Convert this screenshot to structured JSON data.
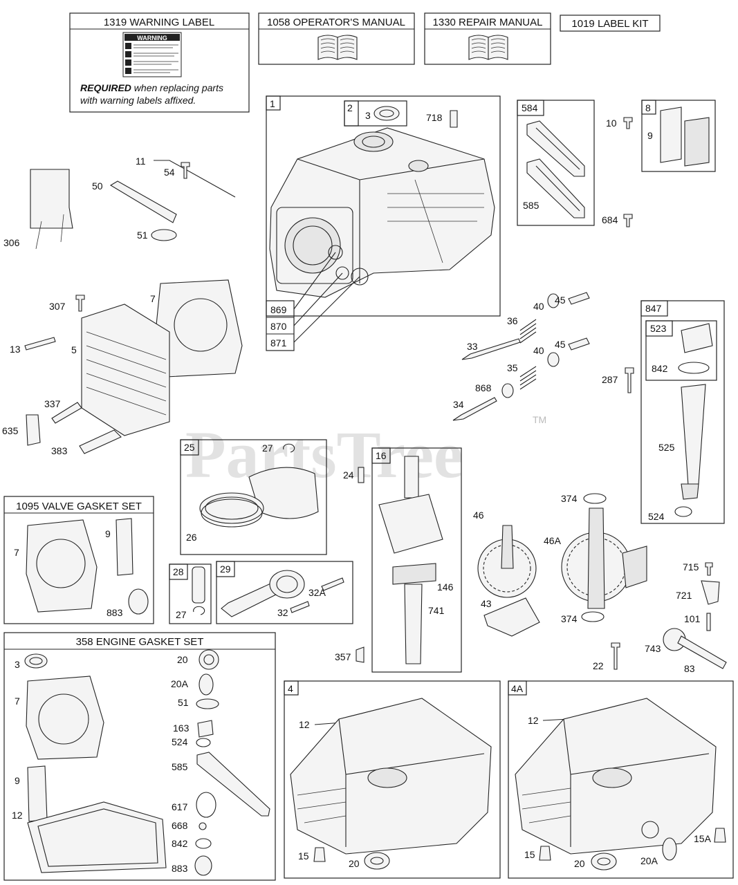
{
  "watermark": "PartsTree",
  "watermark_tm": "TM",
  "header_boxes": {
    "warning_label": "1319 WARNING LABEL",
    "warning_sticker": "WARNING",
    "warning_note_bold": "REQUIRED",
    "warning_note_rest": " when replacing parts",
    "warning_note_line2": "with warning labels affixed.",
    "operators_manual": "1058 OPERATOR'S MANUAL",
    "repair_manual": "1330 REPAIR MANUAL",
    "label_kit": "1019 LABEL KIT"
  },
  "kit_titles": {
    "valve_gasket_set": "1095 VALVE GASKET SET",
    "engine_gasket_set": "358 ENGINE GASKET SET"
  },
  "box_tags": {
    "b1": "1",
    "b2": "2",
    "b584": "584",
    "b8": "8",
    "b847": "847",
    "b523": "523",
    "b25": "25",
    "b16": "16",
    "b28": "28",
    "b29": "29",
    "b4": "4",
    "b4A": "4A",
    "b869": "869",
    "b870": "870",
    "b871": "871"
  },
  "callouts": {
    "c3a": "3",
    "c718": "718",
    "c10": "10",
    "c9a": "9",
    "c585a": "585",
    "c684": "684",
    "c11": "11",
    "c50": "50",
    "c54": "54",
    "c51a": "51",
    "c306": "306",
    "c7a": "7",
    "c307": "307",
    "c13": "13",
    "c5": "5",
    "c337": "337",
    "c635": "635",
    "c383": "383",
    "c40a": "40",
    "c45a": "45",
    "c36": "36",
    "c33": "33",
    "c40b": "40",
    "c45b": "45",
    "c35": "35",
    "c868": "868",
    "c34": "34",
    "c287": "287",
    "c842a": "842",
    "c525": "525",
    "c524a": "524",
    "c27a": "27",
    "c26": "26",
    "c24": "24",
    "c374a": "374",
    "c46": "46",
    "c46A": "46A",
    "c7b": "7",
    "c9b": "9",
    "c883a": "883",
    "c27b": "27",
    "c32A": "32A",
    "c32": "32",
    "c146": "146",
    "c741": "741",
    "c43": "43",
    "c374b": "374",
    "c715": "715",
    "c721": "721",
    "c101": "101",
    "c357": "357",
    "c22": "22",
    "c743": "743",
    "c83": "83",
    "c3b": "3",
    "c7c": "7",
    "c9c": "9",
    "c12a": "12",
    "c20a": "20",
    "c20A": "20A",
    "c51b": "51",
    "c163": "163",
    "c524b": "524",
    "c585b": "585",
    "c617": "617",
    "c668": "668",
    "c842b": "842",
    "c883b": "883",
    "c12b": "12",
    "c15a": "15",
    "c20b": "20",
    "c12c": "12",
    "c15b": "15",
    "c20c": "20",
    "c20Ab": "20A",
    "c15A": "15A"
  }
}
